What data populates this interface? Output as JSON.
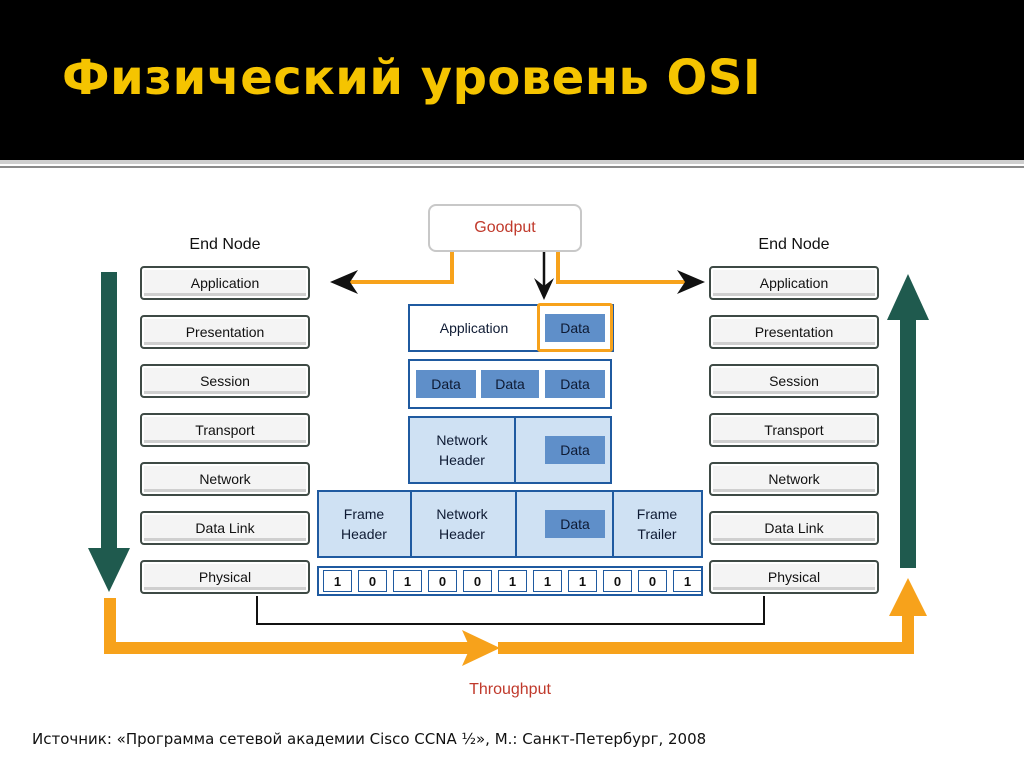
{
  "title": "Физический уровень OSI",
  "diagram": {
    "left_node": {
      "label": "End Node",
      "layers": [
        "Application",
        "Presentation",
        "Session",
        "Transport",
        "Network",
        "Data Link",
        "Physical"
      ]
    },
    "right_node": {
      "label": "End Node",
      "layers": [
        "Application",
        "Presentation",
        "Session",
        "Transport",
        "Network",
        "Data Link",
        "Physical"
      ]
    },
    "goodput": "Goodput",
    "throughput": "Throughput",
    "encapsulation": {
      "app_row": {
        "application": "Application",
        "data": "Data"
      },
      "segment_row": [
        "Data",
        "Data",
        "Data"
      ],
      "packet_row": {
        "header": "Network Header",
        "data": "Data"
      },
      "frame_row": {
        "frame_header": "Frame Header",
        "network_header": "Network Header",
        "data": "Data",
        "frame_trailer": "Frame Trailer"
      },
      "bits": [
        "1",
        "0",
        "1",
        "0",
        "0",
        "1",
        "1",
        "1",
        "0",
        "0",
        "1"
      ]
    },
    "colors": {
      "accent_title": "#f5c400",
      "arrow_orange": "#f7a21b",
      "arrow_green": "#1f5a4e",
      "box_blue": "#1f5aa0",
      "data_blue": "#5f8fc9",
      "label_red": "#c0392b"
    }
  },
  "source": "Источник: «Программа сетевой академии Cisco CCNA ½», М.: Санкт-Петербург, 2008"
}
